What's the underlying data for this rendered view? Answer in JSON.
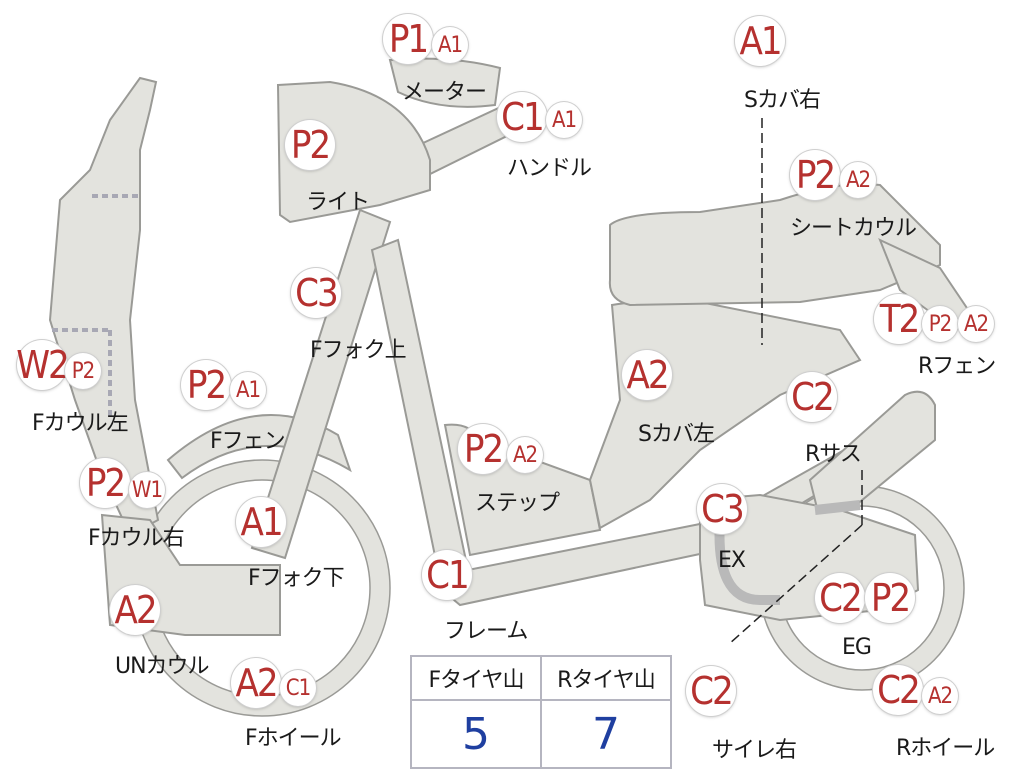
{
  "parts": [
    {
      "key": "meter",
      "codes": [
        "P1",
        "A1"
      ],
      "label": "メーター"
    },
    {
      "key": "handle",
      "codes": [
        "C1",
        "A1"
      ],
      "label": "ハンドル"
    },
    {
      "key": "light",
      "codes": [
        "P2"
      ],
      "label": "ライト"
    },
    {
      "key": "s_cover_right",
      "codes": [
        "A1"
      ],
      "label": "Sカバ右"
    },
    {
      "key": "seat_cowl",
      "codes": [
        "P2",
        "A2"
      ],
      "label": "シートカウル"
    },
    {
      "key": "f_fork_upper",
      "codes": [
        "C3"
      ],
      "label": "Fフォク上"
    },
    {
      "key": "f_cowl_left",
      "codes": [
        "W2",
        "P2"
      ],
      "label": "Fカウル左"
    },
    {
      "key": "f_fender",
      "codes": [
        "P2",
        "A1"
      ],
      "label": "Fフェン"
    },
    {
      "key": "r_fender",
      "codes": [
        "T2",
        "P2",
        "A2"
      ],
      "label": "Rフェン"
    },
    {
      "key": "s_cover_left",
      "codes": [
        "A2"
      ],
      "label": "Sカバ左"
    },
    {
      "key": "step",
      "codes": [
        "P2",
        "A2"
      ],
      "label": "ステップ"
    },
    {
      "key": "r_suspension",
      "codes": [
        "C2"
      ],
      "label": "Rサス"
    },
    {
      "key": "f_cowl_right",
      "codes": [
        "P2",
        "W1"
      ],
      "label": "Fカウル右"
    },
    {
      "key": "f_fork_lower",
      "codes": [
        "A1"
      ],
      "label": "Fフォク下"
    },
    {
      "key": "exhaust",
      "codes": [
        "C3"
      ],
      "label": "EX"
    },
    {
      "key": "frame",
      "codes": [
        "C1"
      ],
      "label": "フレーム"
    },
    {
      "key": "engine",
      "codes": [
        "C2",
        "P2"
      ],
      "label": "EG"
    },
    {
      "key": "un_cowl",
      "codes": [
        "A2"
      ],
      "label": "UNカウル"
    },
    {
      "key": "f_wheel",
      "codes": [
        "A2",
        "C1"
      ],
      "label": "Fホイール"
    },
    {
      "key": "muffler_right",
      "codes": [
        "C2"
      ],
      "label": "サイレ右"
    },
    {
      "key": "r_wheel",
      "codes": [
        "C2",
        "A2"
      ],
      "label": "Rホイール"
    }
  ],
  "tire_table": {
    "headers": [
      "Fタイヤ山",
      "Rタイヤ山"
    ],
    "values": [
      5,
      7
    ]
  },
  "colors": {
    "code": "#b5312f",
    "value": "#1f3fa0",
    "part_fill": "#e3e3de",
    "outline": "#9a9a96"
  }
}
